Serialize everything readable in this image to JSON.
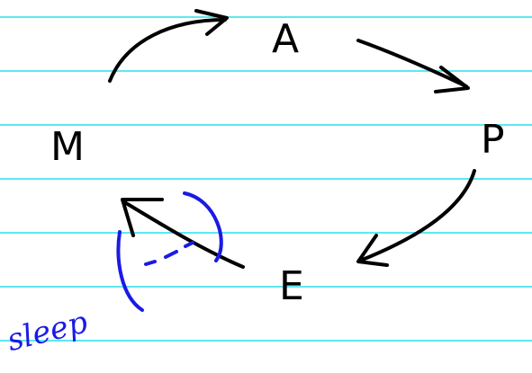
{
  "diagram": {
    "nodes": [
      {
        "id": "A",
        "label": "A"
      },
      {
        "id": "P",
        "label": "P"
      },
      {
        "id": "E",
        "label": "E"
      },
      {
        "id": "M",
        "label": "M"
      }
    ],
    "edges": [
      {
        "from": "M",
        "to": "A"
      },
      {
        "from": "A",
        "to": "P"
      },
      {
        "from": "P",
        "to": "E"
      },
      {
        "from": "E",
        "to": "M"
      }
    ],
    "annotation": {
      "label": "sleep"
    }
  },
  "colors": {
    "ink": "#000000",
    "annotation": "#1a1ae6",
    "rule_lines": "#5ee8f0",
    "background": "#ffffff"
  }
}
